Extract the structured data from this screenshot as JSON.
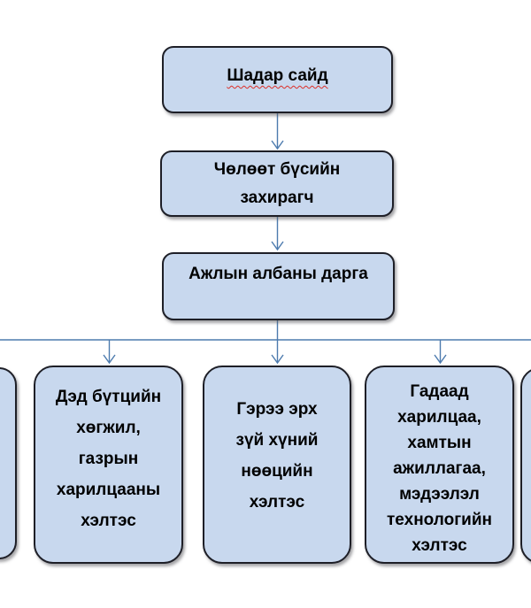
{
  "diagram": {
    "type": "org-chart",
    "language": "Mongolian",
    "colors": {
      "box_fill": "#c8d8ee",
      "box_border": "#1e1f27",
      "connector": "#4d7bae",
      "spellcheck_underline": "#dd2f28",
      "background": "#ffffff",
      "text": "#000000"
    },
    "nodes": {
      "top1": {
        "label": "Шадар сайд"
      },
      "top2": {
        "label": "Чөлөөт бүсийн\nзахирагч"
      },
      "top3": {
        "label": "Ажлын албаны дарга"
      },
      "bottom_cutoff_left": {
        "label": ""
      },
      "b2": {
        "label": "Дэд бүтцийн\nхөгжил,\nгазрын\nхарилцааны\nхэлтэс"
      },
      "b3": {
        "label": "Гэрээ эрх\nзүй хүний\nнөөцийн\nхэлтэс"
      },
      "b4": {
        "label": "Гадаад\nхарилцаа,\nхамтын\nажиллагаа,\nмэдээлэл\nтехнологийн\nхэлтэс"
      },
      "bottom_cutoff_right": {
        "label": ""
      }
    }
  }
}
